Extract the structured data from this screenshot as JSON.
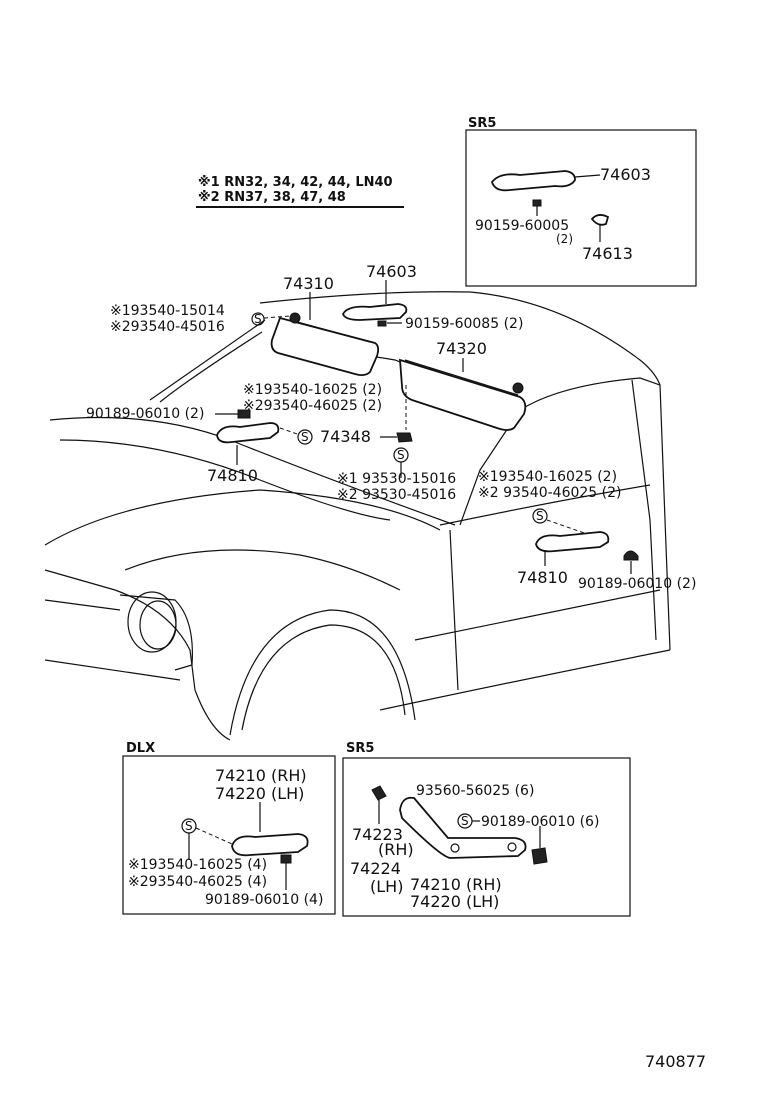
{
  "legend": {
    "line1": "※1 RN32, 34, 42, 44, LN40",
    "line2": "※2 RN37, 38, 47, 48"
  },
  "sr5_box": {
    "title": "SR5",
    "part_74603": "74603",
    "part_90159": "90159-60005",
    "qty_90159": "(2)",
    "part_74613": "74613"
  },
  "main": {
    "p74310": "74310",
    "p74603": "74603",
    "p90159": "90159-60085 (2)",
    "p74320": "74320",
    "s1_93540_15014": "※193540-15014",
    "s2_93540_45016": "※293540-45016",
    "s1_93540_16025_l": "※193540-16025 (2)",
    "s2_93540_46025_l": "※293540-46025 (2)",
    "p90189_l": "90189-06010 (2)",
    "p74348": "74348",
    "p74810_l": "74810",
    "s1_93530_15016": "※1 93530-15016",
    "s2_93530_45016": "※2 93530-45016",
    "s1_93540_16025_r": "※193540-16025 (2)",
    "s2_93540_46025_r": "※2 93540-46025 (2)",
    "p74810_r": "74810",
    "p90189_r": "90189-06010 (2)"
  },
  "dlx_box": {
    "title": "DLX",
    "p74210": "74210 (RH)",
    "p74220": "74220 (LH)",
    "s1": "※193540-16025 (4)",
    "s2": "※293540-46025 (4)",
    "p90189": "90189-06010 (4)"
  },
  "sr5_box2": {
    "title": "SR5",
    "p93560": "93560-56025 (6)",
    "p90189": "90189-06010 (6)",
    "p74223": "74223",
    "rh1": "(RH)",
    "p74224": "74224",
    "lh1": "(LH)",
    "p74210": "74210 (RH)",
    "p74220": "74220 (LH)"
  },
  "figure_id": "740877"
}
